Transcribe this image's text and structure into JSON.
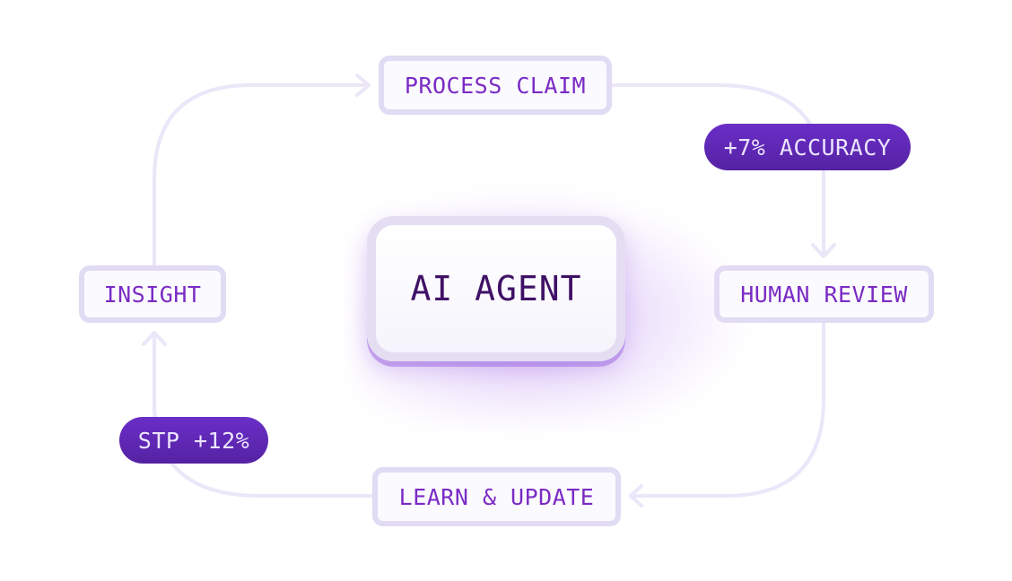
{
  "center": {
    "label": "AI AGENT"
  },
  "nodes": {
    "process_claim": "PROCESS CLAIM",
    "human_review": "HUMAN REVIEW",
    "learn_update": "LEARN & UPDATE",
    "insight": "INSIGHT"
  },
  "badges": {
    "accuracy": "+7% ACCURACY",
    "stp": "STP +12%"
  },
  "colors": {
    "node_text": "#7a2bc4",
    "node_border": "#e1dbf4",
    "badge_fill": "#5f27b5",
    "connector": "#ece8f8",
    "center_text": "#3f1166"
  }
}
